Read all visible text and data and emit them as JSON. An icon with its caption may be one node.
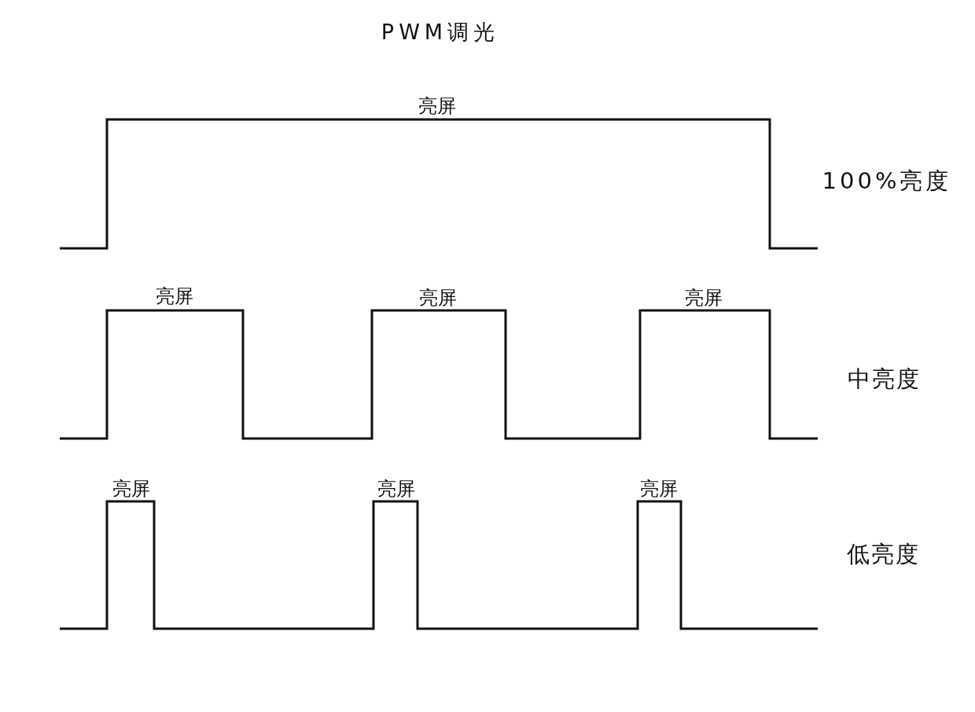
{
  "diagram": {
    "title": "PWM调光",
    "labels": [
      "亮屏",
      "100%亮度",
      "亮屏",
      "亮屏",
      "亮屏",
      "中亮度",
      "亮屏",
      "亮屏",
      "亮屏",
      "低亮度"
    ]
  }
}
